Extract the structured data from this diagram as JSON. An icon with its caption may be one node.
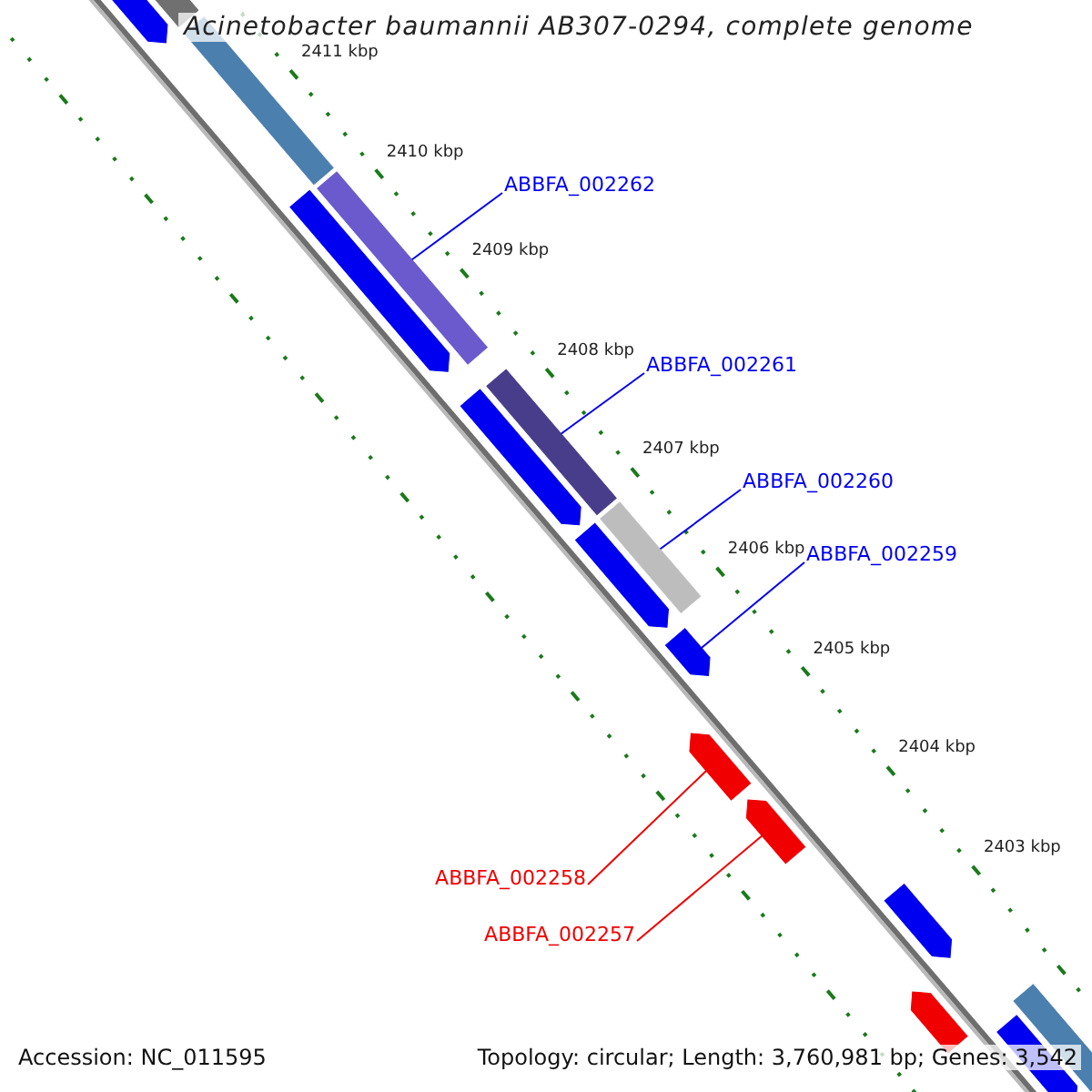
{
  "diagram": {
    "title": "Acinetobacter baumannii AB307-0294, complete genome",
    "nodes": [
      {
        "text": [
          "ABBFA_002262"
        ]
      },
      {
        "text": [
          "ABBFA_002261"
        ]
      },
      {
        "text": [
          "ABBFA_002260"
        ]
      },
      {
        "text": [
          "ABBFA_002259"
        ]
      },
      {
        "text": [
          "ABBFA_002258"
        ]
      },
      {
        "text": [
          "ABBFA_002257"
        ]
      },
      {
        "text": [],
        "shape": "bar"
      },
      {
        "text": [],
        "shape": "bar"
      },
      {
        "text": [],
        "shape": "bar"
      },
      {
        "text": [],
        "shape": "arrow"
      },
      {
        "text": [],
        "shape": "arrow"
      },
      {
        "text": [],
        "shape": "arrow"
      },
      {
        "text": [],
        "shape": "arrow"
      },
      {
        "text": [],
        "shape": "arrow"
      },
      {
        "text": [],
        "shape": "arrow"
      },
      {
        "text": [],
        "shape": "arrow"
      },
      {
        "text": [],
        "shape": "arrow"
      },
      {
        "text": [],
        "shape": "arrow"
      },
      {
        "text": [],
        "shape": "bar"
      },
      {
        "text": [],
        "shape": "bar"
      },
      {
        "text": [],
        "shape": "bar"
      },
      {
        "text": [],
        "shape": "arrow"
      }
    ],
    "edges": [
      {
        "from": 0,
        "to": 6,
        "arrow": "none"
      },
      {
        "from": 1,
        "to": 7,
        "arrow": "none"
      },
      {
        "from": 2,
        "to": 8,
        "arrow": "none"
      },
      {
        "from": 3,
        "to": 9,
        "arrow": "none"
      },
      {
        "from": 4,
        "to": 10,
        "arrow": "none",
        "color": "#ee0000"
      },
      {
        "from": 5,
        "to": 11,
        "arrow": "none",
        "color": "#ee0000"
      }
    ],
    "labels": [
      "2411 kbp",
      "2410 kbp",
      "2409 kbp",
      "2408 kbp",
      "2407 kbp",
      "2406 kbp",
      "2405 kbp",
      "2404 kbp",
      "2403 kbp",
      "Accession: NC_011595",
      "Topology: circular; Length: 3,760,981 bp; Genes: 3,542"
    ]
  }
}
